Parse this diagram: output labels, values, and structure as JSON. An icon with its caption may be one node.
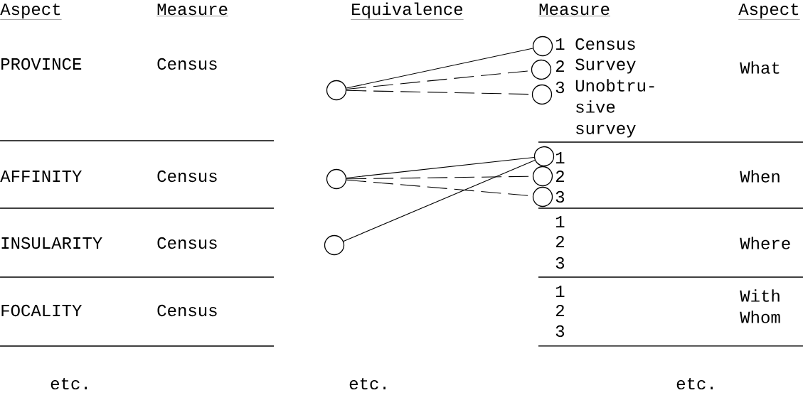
{
  "diagram": {
    "nodes": [
      {
        "text": [],
        "shape": "circle"
      },
      {
        "text": [],
        "shape": "circle"
      },
      {
        "text": [],
        "shape": "circle"
      },
      {
        "text": [],
        "shape": "circle"
      },
      {
        "text": [],
        "shape": "circle"
      },
      {
        "text": [],
        "shape": "circle"
      },
      {
        "text": [],
        "shape": "circle"
      },
      {
        "text": [],
        "shape": "circle"
      },
      {
        "text": [],
        "shape": "circle"
      }
    ],
    "edges": [
      {
        "from": 0,
        "to": 3,
        "arrow": "none"
      },
      {
        "from": 0,
        "to": 4,
        "arrow": "none",
        "style": "dashed"
      },
      {
        "from": 0,
        "to": 5,
        "arrow": "none",
        "style": "dashed"
      },
      {
        "from": 1,
        "to": 6,
        "arrow": "none"
      },
      {
        "from": 1,
        "to": 7,
        "arrow": "none",
        "style": "dashed"
      },
      {
        "from": 1,
        "to": 8,
        "arrow": "none",
        "style": "dashed"
      },
      {
        "from": 2,
        "to": 6,
        "arrow": "none"
      }
    ],
    "labels": [
      "Aspect",
      "Measure",
      "Equivalence",
      "Measure",
      "Aspect",
      "PROVINCE",
      "Census",
      "1",
      "Census",
      "2",
      "Survey",
      "3",
      "Unobtru- sive survey",
      "What",
      "AFFINITY",
      "Census",
      "1",
      "2",
      "3",
      "When",
      "INSULARITY",
      "Census",
      "1",
      "2",
      "3",
      "Where",
      "FOCALITY",
      "Census",
      "1",
      "2",
      "3",
      "With Whom",
      "etc.",
      "etc.",
      "etc."
    ]
  }
}
